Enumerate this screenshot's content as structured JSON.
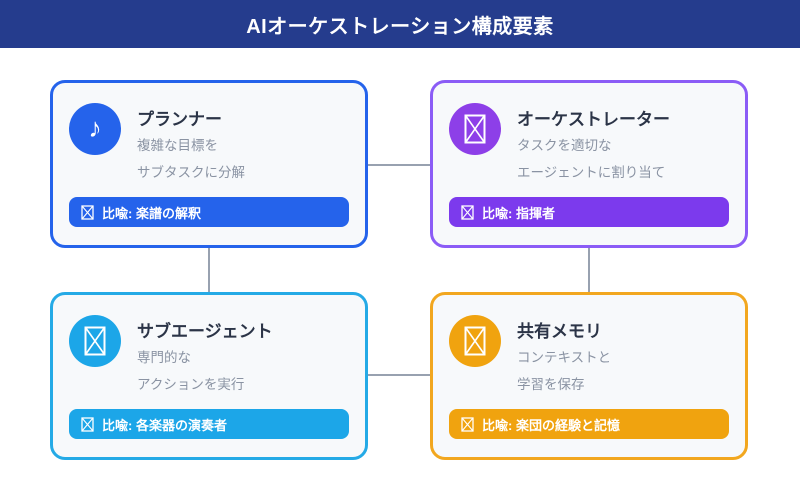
{
  "header": {
    "title": "AIオーケストレーション構成要素"
  },
  "diagram": {
    "connector_color": "#98a1b0",
    "card_background": "#f7f9fb",
    "title_color": "#2b3447",
    "description_color": "#8a93a3",
    "cards": [
      {
        "id": "planner",
        "title": "プランナー",
        "description": [
          "複雑な目標を",
          "サブタスクに分解"
        ],
        "badge": "比喩: 楽譜の解釈",
        "icon": "music-note",
        "icon_glyph": "♪",
        "border_color": "#2563eb",
        "icon_color": "#2563eb",
        "badge_color": "#2563eb"
      },
      {
        "id": "orchestrator",
        "title": "オーケストレーター",
        "description": [
          "タスクを適切な",
          "エージェントに割り当て"
        ],
        "badge": "比喩: 指揮者",
        "icon": "missing-glyph",
        "border_color": "#8b5cf6",
        "icon_color": "#8d3fe8",
        "badge_color": "#7c3aed"
      },
      {
        "id": "subagent",
        "title": "サブエージェント",
        "description": [
          "専門的な",
          "アクションを実行"
        ],
        "badge": "比喩: 各楽器の演奏者",
        "icon": "missing-glyph",
        "border_color": "#25aae6",
        "icon_color": "#1ca6e8",
        "badge_color": "#1ca6e8"
      },
      {
        "id": "memory",
        "title": "共有メモリ",
        "description": [
          "コンテキストと",
          "学習を保存"
        ],
        "badge": "比喩: 楽団の経験と記憶",
        "icon": "missing-glyph",
        "border_color": "#f2a71f",
        "icon_color": "#f0a30f",
        "badge_color": "#f0a30f"
      }
    ]
  }
}
